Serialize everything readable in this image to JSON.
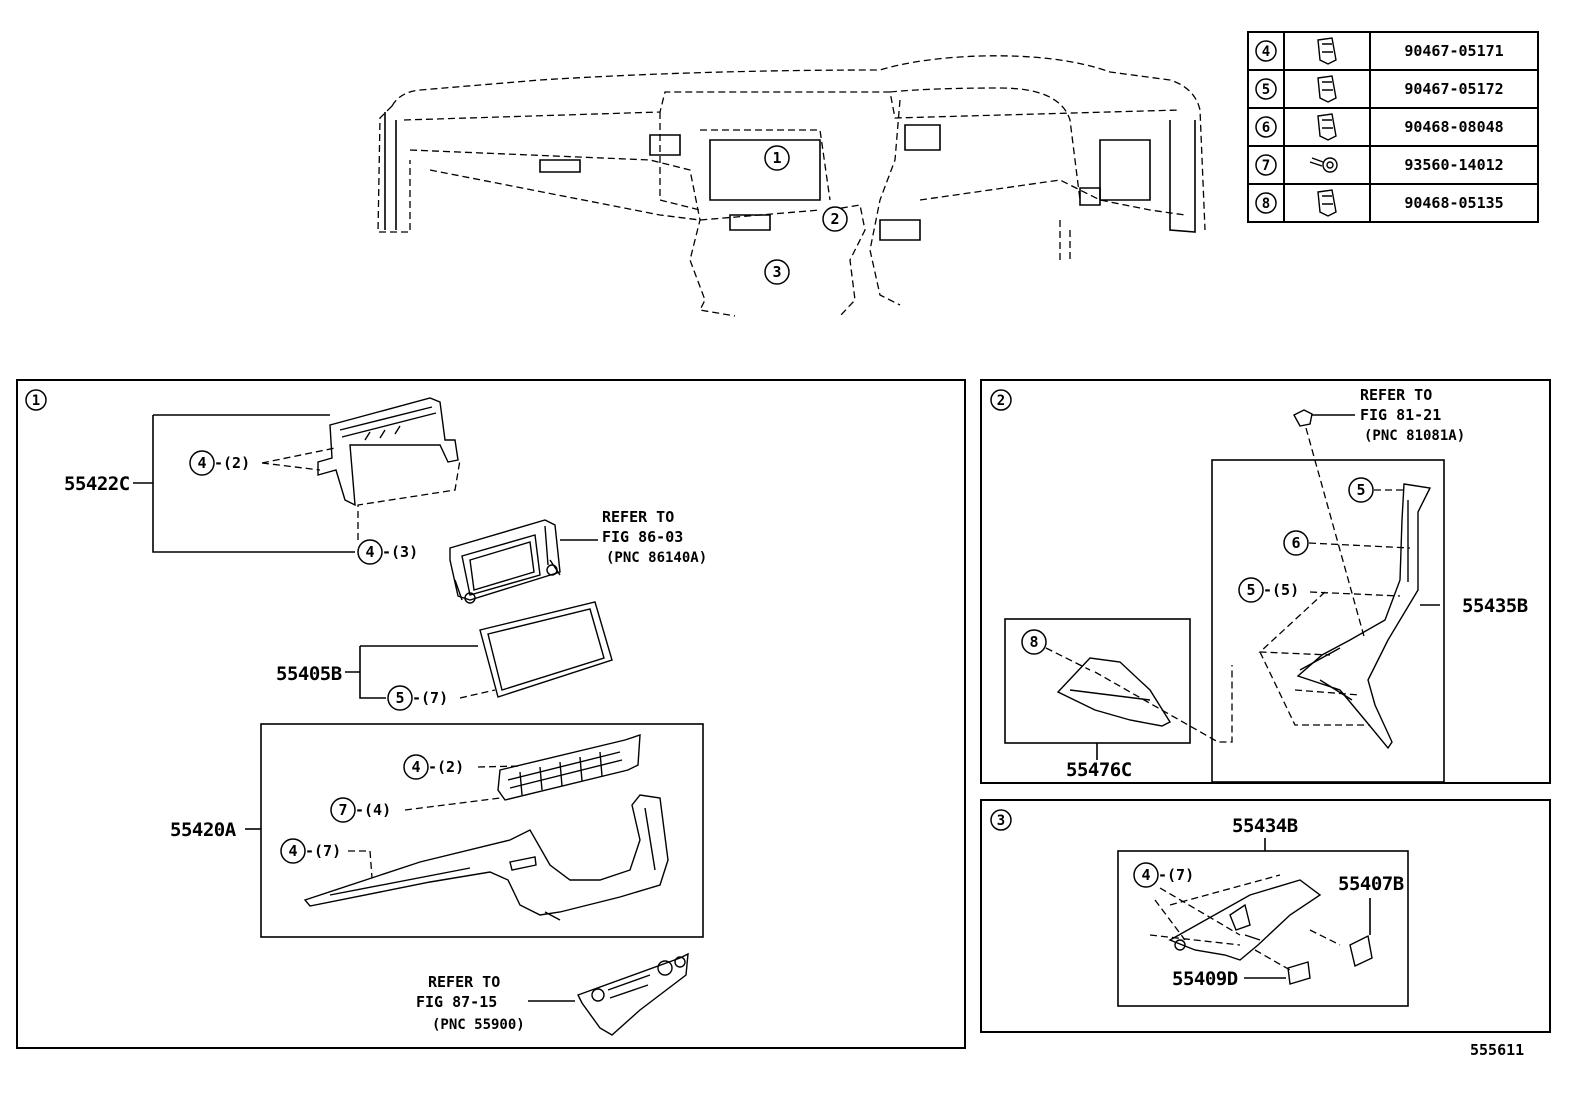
{
  "fastener_table": [
    {
      "key": "4",
      "part": "90467-05171",
      "icon": "clip-icon"
    },
    {
      "key": "5",
      "part": "90467-05172",
      "icon": "clip-icon"
    },
    {
      "key": "6",
      "part": "90468-08048",
      "icon": "clip-icon"
    },
    {
      "key": "7",
      "part": "93560-14012",
      "icon": "screw-icon"
    },
    {
      "key": "8",
      "part": "90468-05135",
      "icon": "clip-icon"
    }
  ],
  "overview": {
    "c1": "1",
    "c2": "2",
    "c3": "3"
  },
  "panel1": {
    "num": "1",
    "p55422C": "55422C",
    "c4a": "4",
    "q2a": "-(2)",
    "c4b": "4",
    "q3": "-(3)",
    "refer1": [
      "REFER TO",
      "FIG 86-03",
      "(PNC 86140A)"
    ],
    "p55405B": "55405B",
    "c5": "5",
    "q7a": "-(7)",
    "p55420A": "55420A",
    "c4c": "4",
    "q2b": "-(2)",
    "c7": "7",
    "q4": "-(4)",
    "c4d": "4",
    "q7b": "-(7)",
    "refer2": [
      "REFER TO",
      "FIG 87-15",
      "(PNC 55900)"
    ]
  },
  "panel2": {
    "num": "2",
    "refer": [
      "REFER TO",
      "FIG 81-21",
      "(PNC 81081A)"
    ],
    "c5a": "5",
    "c6": "6",
    "c5b": "5",
    "q5": "-(5)",
    "p55435B": "55435B",
    "c8": "8",
    "p55476C": "55476C"
  },
  "panel3": {
    "num": "3",
    "p55434B": "55434B",
    "c4": "4",
    "q7": "-(7)",
    "p55407B": "55407B",
    "p55409D": "55409D"
  },
  "figure_id": "555611"
}
